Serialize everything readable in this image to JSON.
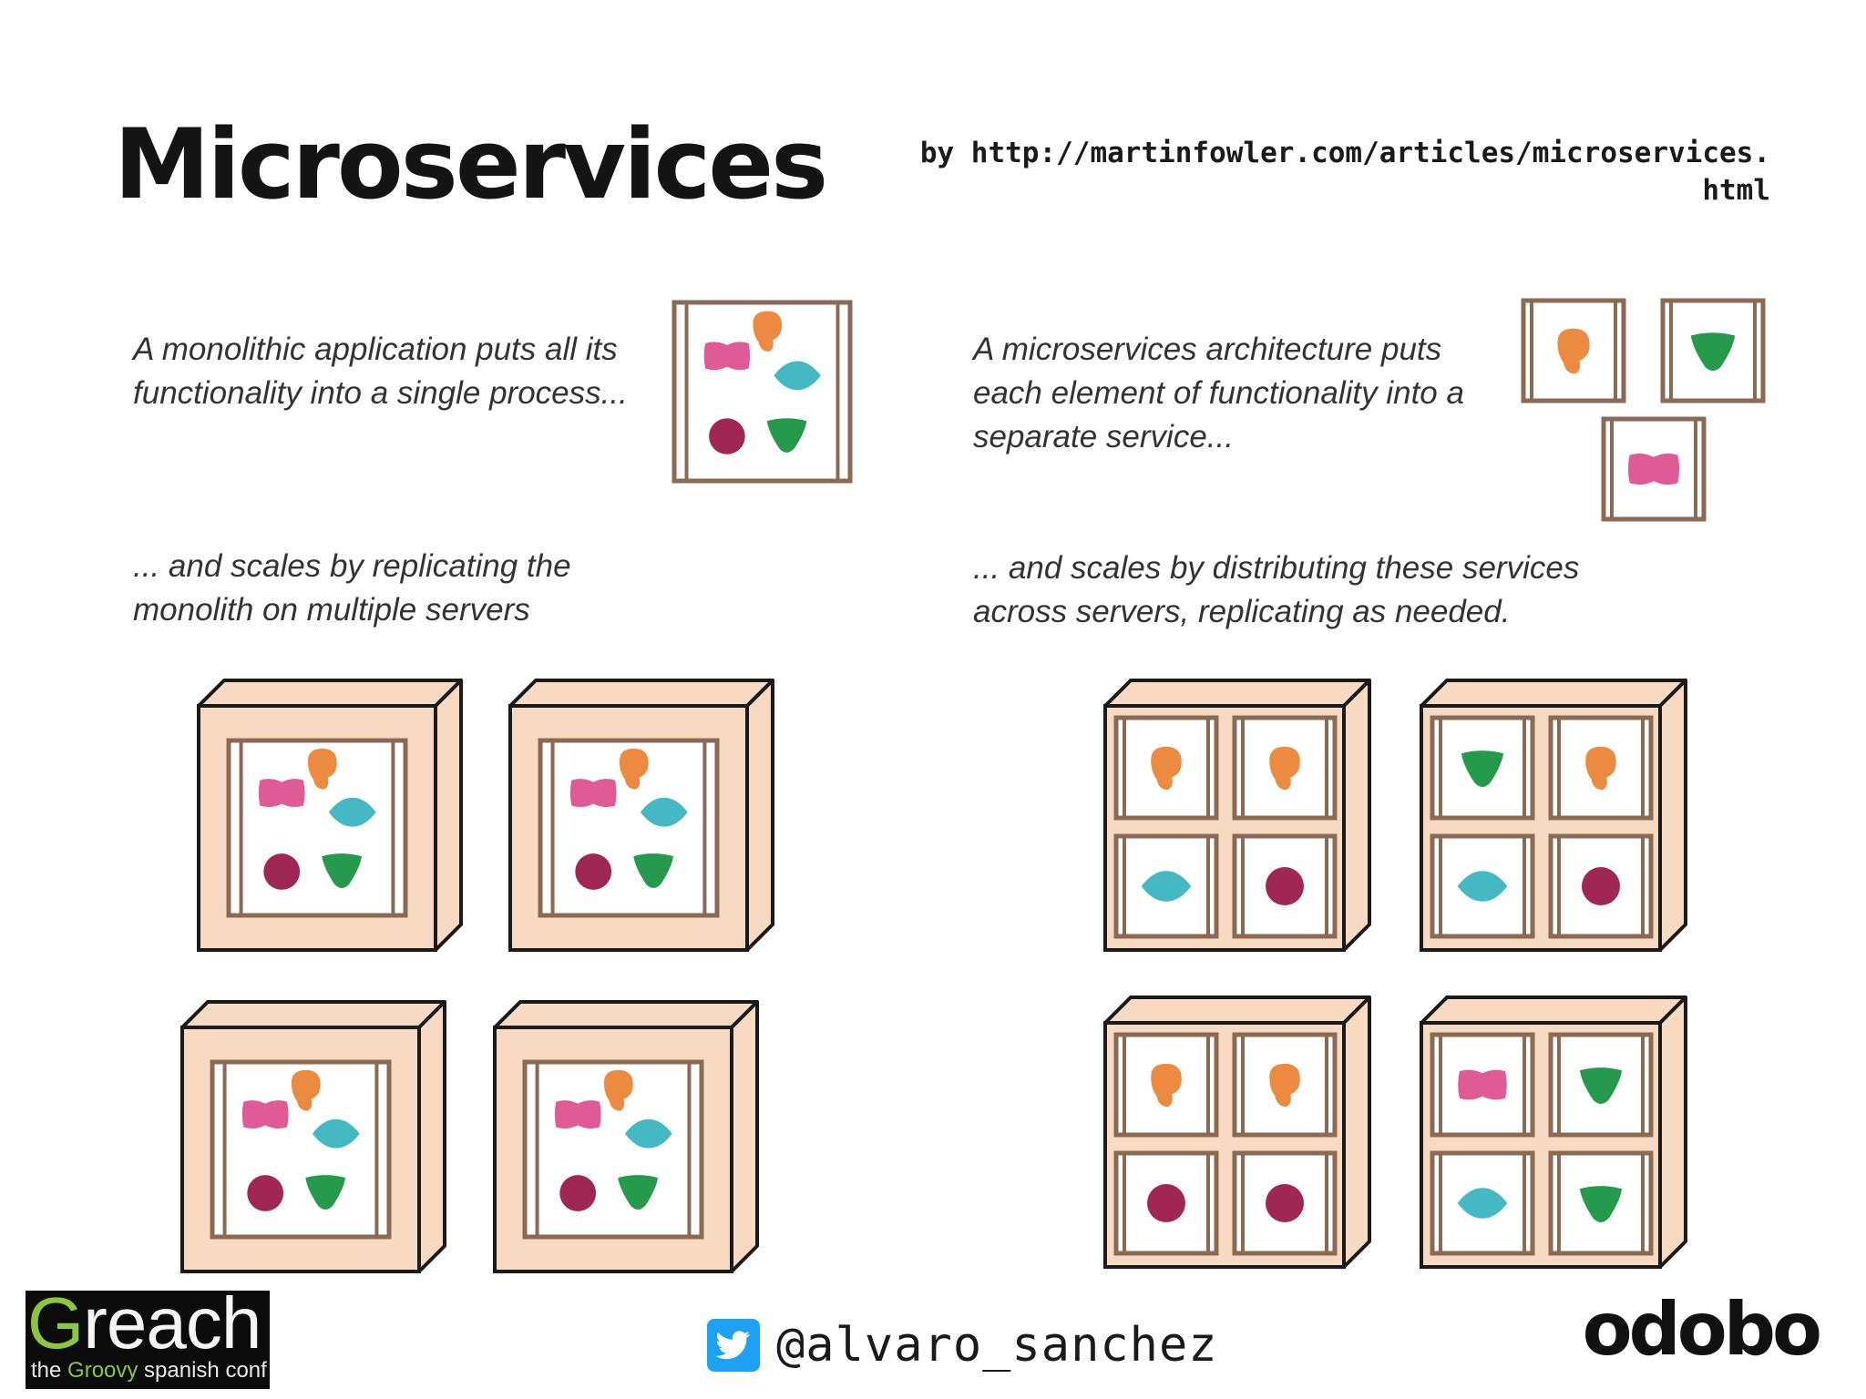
{
  "slide": {
    "title": "Microservices",
    "source_line1": "by http://martinfowler.com/articles/microservices.",
    "source_line2": "html"
  },
  "captions": {
    "monolith_intro": [
      "A monolithic application puts all its",
      "functionality into a single process..."
    ],
    "monolith_scale": [
      "... and scales by replicating the",
      "monolith on multiple servers"
    ],
    "micro_intro": [
      "A microservices architecture puts",
      "each element of functionality into a",
      "separate service..."
    ],
    "micro_scale": [
      "... and scales by distributing these services",
      "across servers, replicating as needed."
    ]
  },
  "colors": {
    "pink": "#e05a95",
    "orange": "#ec8b3f",
    "teal": "#45b9c3",
    "maroon": "#a02653",
    "green": "#259a4c",
    "frame": "#8a6a55",
    "server_face": "#f8d9c2",
    "outline": "#1a1a1a"
  },
  "icons": {
    "twitter": "twitter-bird-icon"
  },
  "monolith": {
    "components": [
      "pink",
      "orange",
      "teal",
      "maroon",
      "green"
    ],
    "replicas": 4
  },
  "micro_servers": [
    [
      "orange",
      "orange",
      "teal",
      "maroon"
    ],
    [
      "green",
      "orange",
      "teal",
      "maroon"
    ],
    [
      "orange",
      "orange",
      "maroon",
      "maroon"
    ],
    [
      "pink",
      "green",
      "teal",
      "green"
    ]
  ],
  "footer": {
    "logo_word_first": "G",
    "logo_word_rest": "reach",
    "logo_tag_a": "the ",
    "logo_tag_b": "Groovy",
    "logo_tag_c": " spanish conf",
    "handle": "@alvaro_sanchez",
    "brand": "odobo"
  }
}
